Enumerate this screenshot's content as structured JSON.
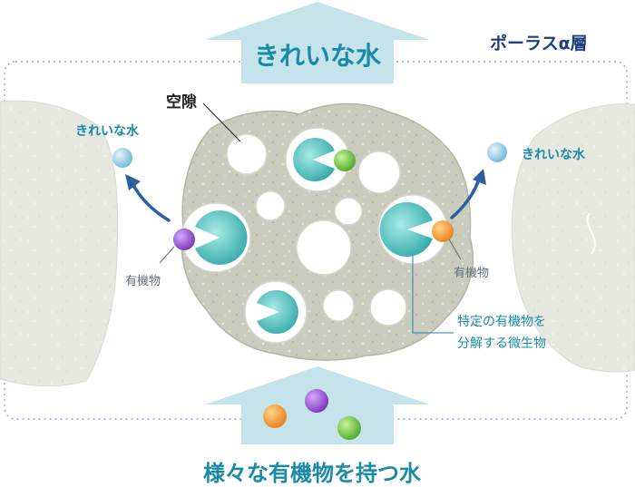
{
  "layer_label": "ポーラスα層",
  "top_arrow_label": "きれいな水",
  "bottom_arrow_label": "様々な有機物を持つ水",
  "void_label": "空隙",
  "clean_water_left": "きれいな水",
  "clean_water_right": "きれいな水",
  "organic_left": "有機物",
  "organic_right": "有機物",
  "microbe_label_line1": "特定の有機物を",
  "microbe_label_line2": "分解する微生物",
  "colors": {
    "arrow_fill": "#c4e3ea",
    "teal_text": "#1b8aa6",
    "navy_text": "#1f3f7a",
    "rock": "#c9cdbd",
    "microbe": "#3fb8b6",
    "organic_green": "#6cc43a",
    "organic_purple": "#8f4fcc",
    "organic_orange": "#f29a2e",
    "water_drop": "#8fcbe3",
    "flow_arrow": "#2d5fa0"
  }
}
